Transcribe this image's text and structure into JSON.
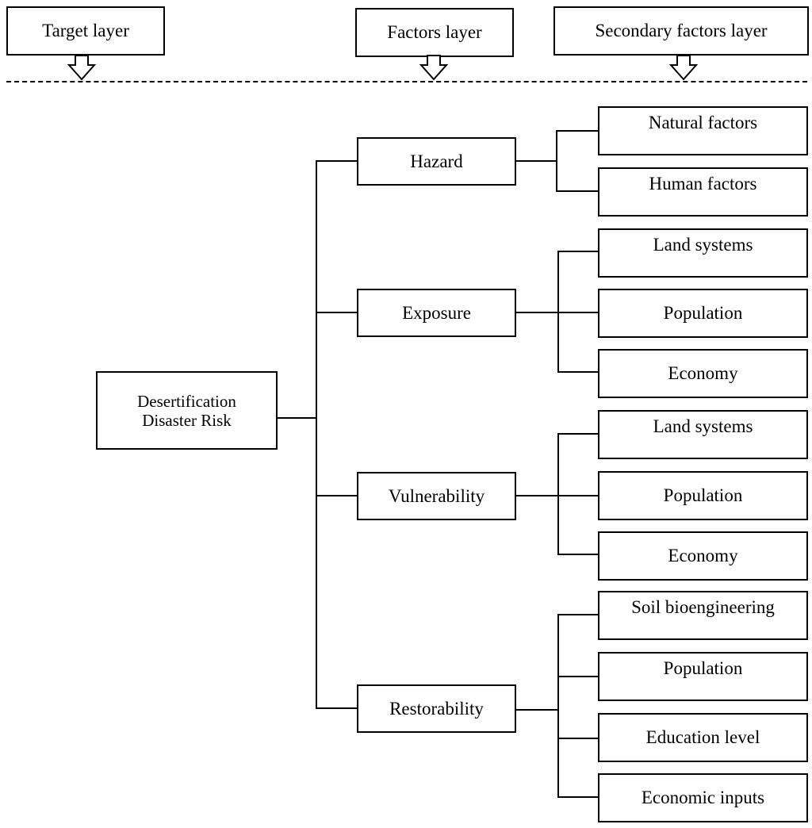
{
  "headers": {
    "target": "Target layer",
    "factors": "Factors layer",
    "secondary": "Secondary factors layer"
  },
  "target": {
    "line1": "Desertification",
    "line2": "Disaster Risk"
  },
  "factors": [
    {
      "label": "Hazard",
      "secondary": [
        "Natural factors",
        "Human factors"
      ]
    },
    {
      "label": "Exposure",
      "secondary": [
        "Land systems",
        "Population",
        "Economy"
      ]
    },
    {
      "label": "Vulnerability",
      "secondary": [
        "Land systems",
        "Population",
        "Economy"
      ]
    },
    {
      "label": "Restorability",
      "secondary": [
        "Soil bioengineering",
        "Population",
        "Education level",
        "Economic inputs"
      ]
    }
  ]
}
